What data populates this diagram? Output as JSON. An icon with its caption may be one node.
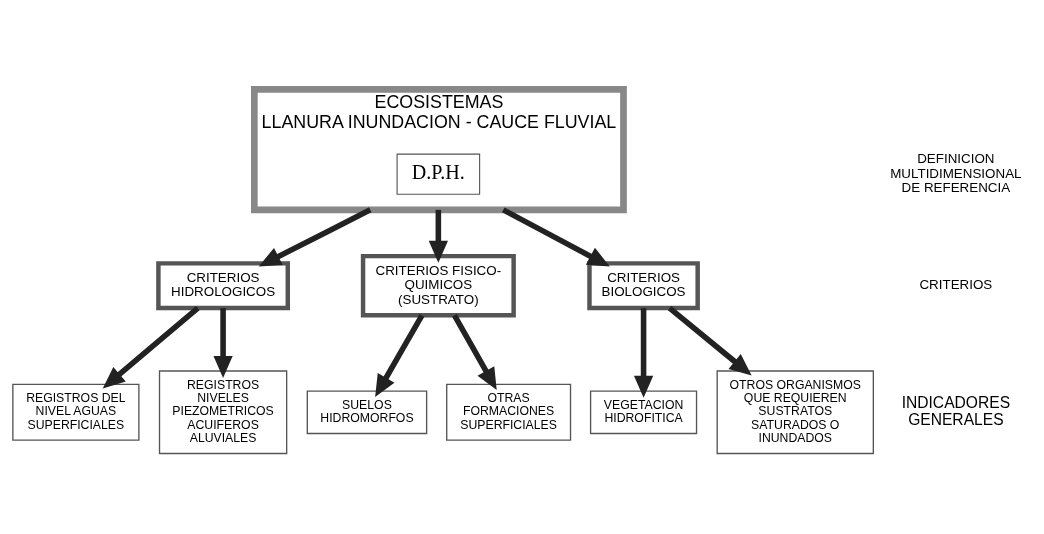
{
  "diagram": {
    "nodes": [
      {
        "text": [
          "ECOSISTEMAS",
          "LLANURA INUNDACION - CAUCE FLUVIAL"
        ]
      },
      {
        "text": [
          "D.P.H."
        ],
        "in": 0
      },
      {
        "text": [
          "CRITERIOS HIDROLOGICOS"
        ]
      },
      {
        "text": [
          "CRITERIOS FISICO-QUIMICOS (SUSTRATO)"
        ]
      },
      {
        "text": [
          "CRITERIOS BIOLOGICOS"
        ]
      },
      {
        "text": [
          "REGISTROS DEL NIVEL AGUAS SUPERFICIALES"
        ]
      },
      {
        "text": [
          "REGISTROS NIVELES PIEZOMETRICOS ACUIFEROS ALUVIALES"
        ]
      },
      {
        "text": [
          "SUELOS HIDROMORFOS"
        ]
      },
      {
        "text": [
          "OTRAS FORMACIONES SUPERFICIALES"
        ]
      },
      {
        "text": [
          "VEGETACION HIDROFITICA"
        ]
      },
      {
        "text": [
          "OTROS ORGANISMOS QUE REQUIEREN SUSTRATOS SATURADOS O INUNDADOS"
        ]
      }
    ],
    "edges": [
      {
        "from": 0,
        "to": 2,
        "arrow": "to"
      },
      {
        "from": 0,
        "to": 3,
        "arrow": "to"
      },
      {
        "from": 0,
        "to": 4,
        "arrow": "to"
      },
      {
        "from": 2,
        "to": 5,
        "arrow": "to"
      },
      {
        "from": 2,
        "to": 6,
        "arrow": "to"
      },
      {
        "from": 3,
        "to": 7,
        "arrow": "to"
      },
      {
        "from": 3,
        "to": 8,
        "arrow": "to"
      },
      {
        "from": 4,
        "to": 9,
        "arrow": "to"
      },
      {
        "from": 4,
        "to": 10,
        "arrow": "to"
      }
    ],
    "labels": [
      "DEFINICION MULTIDIMENSIONAL DE REFERENCIA",
      "CRITERIOS",
      "INDICADORES GENERALES"
    ]
  }
}
